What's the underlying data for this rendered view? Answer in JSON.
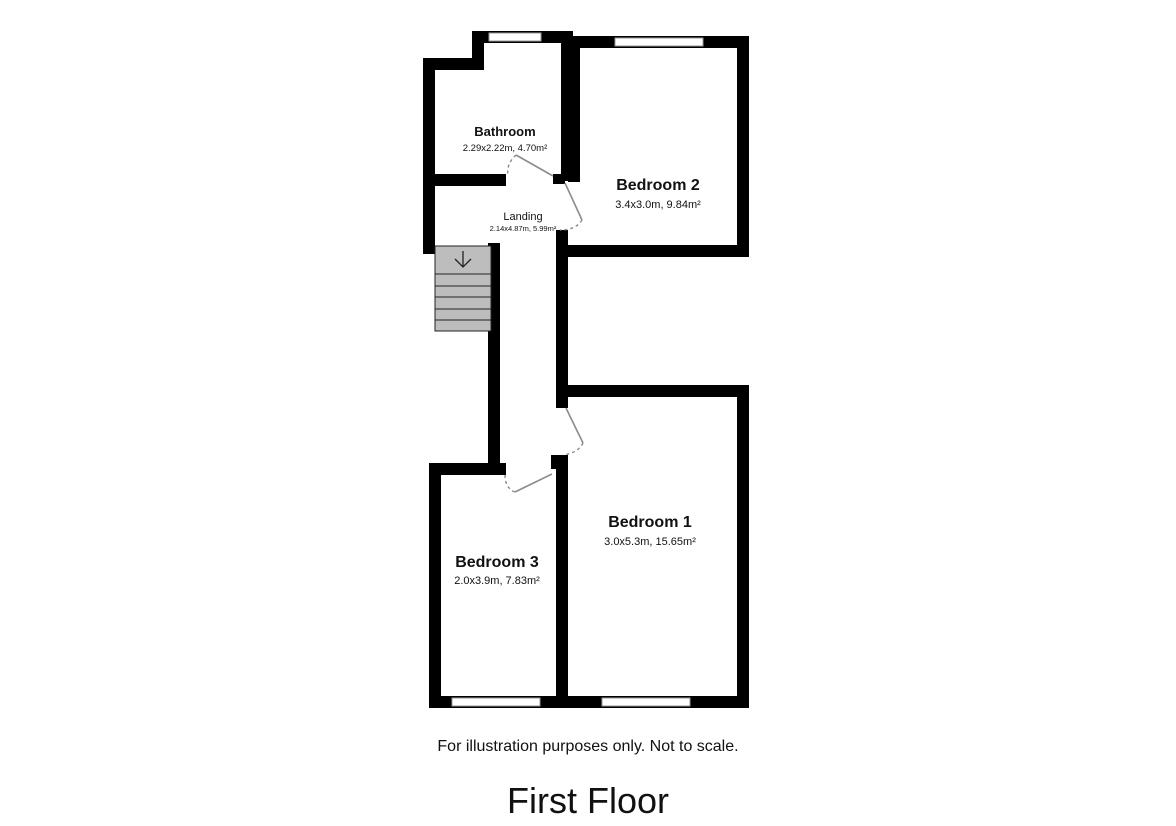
{
  "plan": {
    "floor_title": "First Floor",
    "disclaimer": "For illustration purposes only. Not to scale.",
    "rooms": [
      {
        "name": "Bathroom",
        "dimensions": "2.29x2.22m, 4.70m²"
      },
      {
        "name": "Landing",
        "dimensions": "2.14x4.87m, 5.99m²"
      },
      {
        "name": "Bedroom 2",
        "dimensions": "3.4x3.0m, 9.84m²"
      },
      {
        "name": "Bedroom 1",
        "dimensions": "3.0x5.3m, 15.65m²"
      },
      {
        "name": "Bedroom 3",
        "dimensions": "2.0x3.9m, 7.83m²"
      }
    ],
    "stairs": {
      "direction_icon": "arrow-down"
    },
    "colors": {
      "wall": "#000000",
      "stairs": "#bdbdbd",
      "door": "#8c8c8c",
      "background": "#ffffff"
    }
  }
}
